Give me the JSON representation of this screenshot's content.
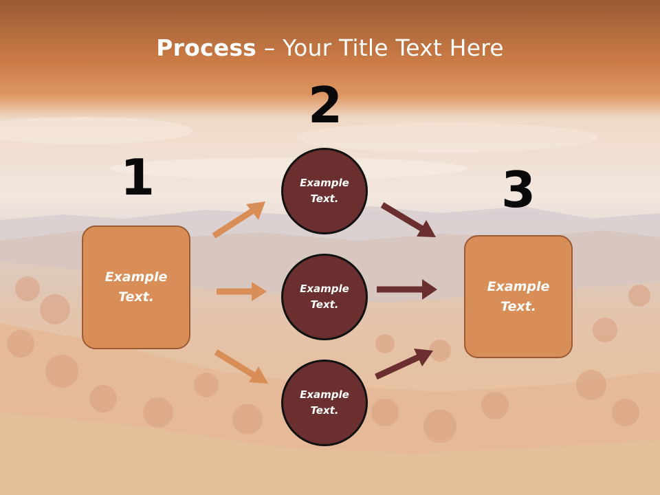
{
  "title": {
    "bold": "Process",
    "rest": " – Your Title Text Here"
  },
  "steps": [
    {
      "number": "1",
      "label": "Example\nText."
    },
    {
      "number": "2",
      "label": "Example\nText."
    },
    {
      "number": "3",
      "label": "Example\nText."
    }
  ],
  "circles": [
    {
      "label": "Example\nText."
    },
    {
      "label": "Example\nText."
    },
    {
      "label": "Example\nText."
    }
  ],
  "colors": {
    "box_fill": "#d98e58",
    "circle_fill": "#6b2f30",
    "arrow_light": "#d98e58",
    "arrow_dark": "#6b2f30",
    "title_band": "#c87a45"
  }
}
